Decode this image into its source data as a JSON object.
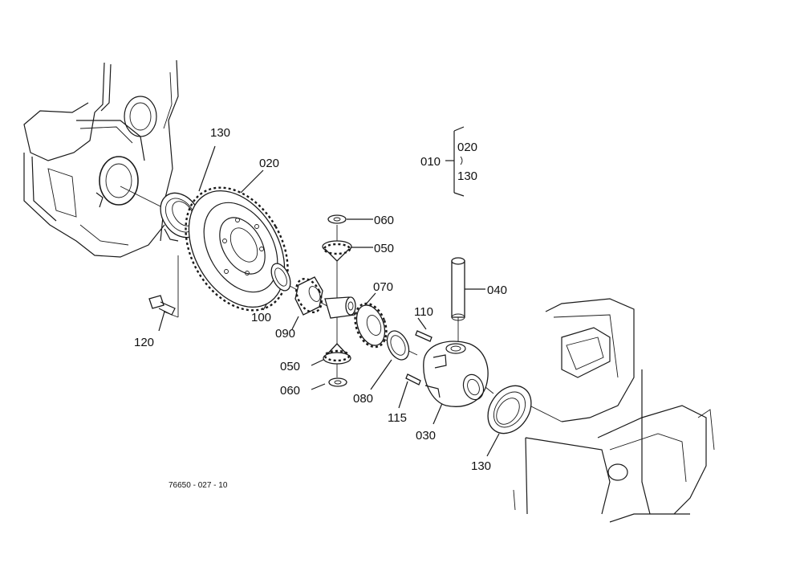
{
  "callouts": {
    "p010": "010",
    "p020_group": "020",
    "p130_group": "130",
    "p020": "020",
    "p130_top": "130",
    "p060_top": "060",
    "p050_top": "050",
    "p070": "070",
    "p040": "040",
    "p110": "110",
    "p100": "100",
    "p090": "090",
    "p120": "120",
    "p050_bottom": "050",
    "p060_bottom": "060",
    "p080": "080",
    "p115": "115",
    "p030": "030",
    "p130_bottom": "130"
  },
  "drawing_number": "76650 - 027 - 10"
}
